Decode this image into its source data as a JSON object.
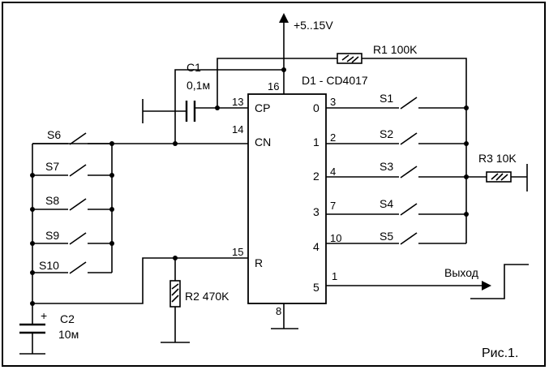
{
  "power": {
    "label": "+5..15V"
  },
  "chip": {
    "label": "D1 - CD4017",
    "pin_numbers": {
      "cp": "13",
      "cn": "14",
      "r": "15",
      "vdd": "16",
      "gnd": "8",
      "o0": "3",
      "o1": "2",
      "o2": "4",
      "o3": "7",
      "o4": "10",
      "o5": "1"
    },
    "pin_labels": {
      "cp": "CP",
      "cn": "CN",
      "r": "R",
      "q0": "0",
      "q1": "1",
      "q2": "2",
      "q3": "3",
      "q4": "4",
      "q5": "5"
    }
  },
  "components": {
    "r1": "R1 100K",
    "r2": "R2 470K",
    "r3": "R3 10K",
    "c1_name": "C1",
    "c1_value": "0,1м",
    "c2_name": "C2",
    "c2_value": "10м",
    "c2_polarity": "+"
  },
  "switches": {
    "right": [
      "S1",
      "S2",
      "S3",
      "S4",
      "S5"
    ],
    "left": [
      "S6",
      "S7",
      "S8",
      "S9",
      "S10"
    ]
  },
  "output": {
    "label": "Выход"
  },
  "figure": {
    "caption": "Рис.1."
  }
}
